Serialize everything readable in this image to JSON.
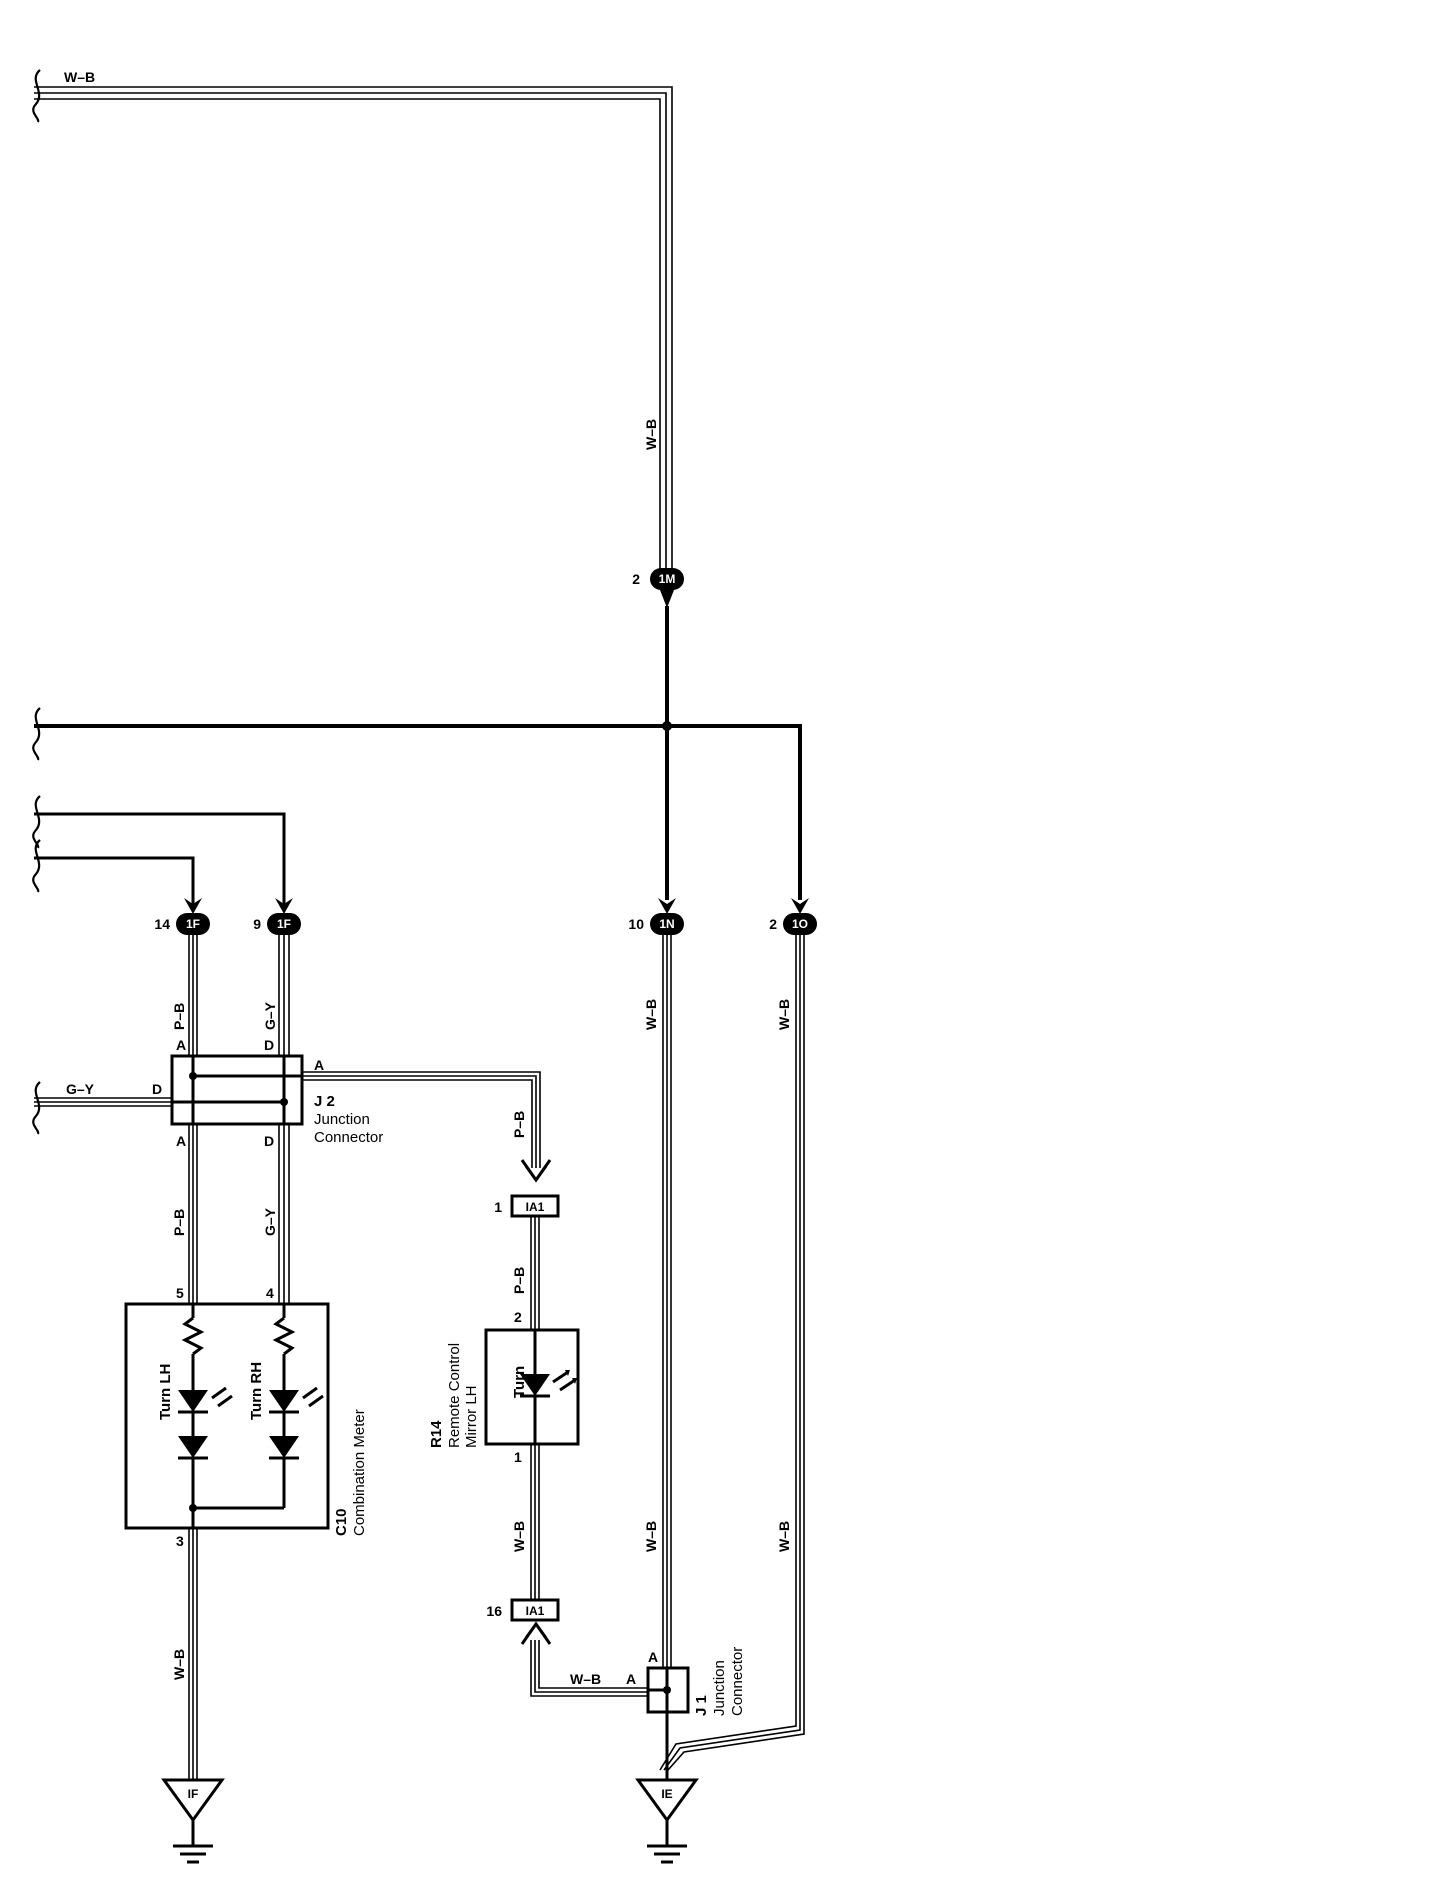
{
  "wires": {
    "top_left": "W–B",
    "top_vertical": "W–B",
    "pb_upper": "P–B",
    "gy_upper": "G–Y",
    "gy_left": "G–Y",
    "pb_r14_in": "P–B",
    "pb_r14_mid": "P–B",
    "pb_lower": "P–B",
    "gy_lower": "G–Y",
    "wb_c10_out": "W–B",
    "wb_1n_upper": "W–B",
    "wb_1n_lower": "W–B",
    "wb_1o_upper": "W–B",
    "wb_1o_lower": "W–B",
    "wb_r14_out": "W–B",
    "wb_j1_in": "W–B"
  },
  "connectors": {
    "c_1m": {
      "code": "1M",
      "pin": "2"
    },
    "c_1f_14": {
      "code": "1F",
      "pin": "14"
    },
    "c_1f_9": {
      "code": "1F",
      "pin": "9"
    },
    "c_1n": {
      "code": "1N",
      "pin": "10"
    },
    "c_1o": {
      "code": "1O",
      "pin": "2"
    },
    "c_ia1_1": {
      "code": "IA1",
      "pin": "1"
    },
    "c_ia1_16": {
      "code": "IA1",
      "pin": "16"
    }
  },
  "j2": {
    "id": "J 2",
    "name_line1": "Junction",
    "name_line2": "Connector",
    "pin_a_top": "A",
    "pin_d_top": "D",
    "pin_a_right": "A",
    "pin_d_left": "D",
    "pin_a_bottom": "A",
    "pin_d_bottom": "D"
  },
  "c10": {
    "id": "C10",
    "name": "Combination Meter",
    "pin_5": "5",
    "pin_4": "4",
    "pin_3": "3",
    "turn_lh": "Turn LH",
    "turn_rh": "Turn RH"
  },
  "r14": {
    "id": "R14",
    "name_line1": "Remote Control",
    "name_line2": "Mirror LH",
    "pin_2": "2",
    "pin_1": "1",
    "turn": "Turn"
  },
  "j1": {
    "id": "J 1",
    "name_line1": "Junction",
    "name_line2": "Connector",
    "pin_a_top": "A",
    "pin_a_left": "A"
  },
  "grounds": {
    "g_if": "IF",
    "g_ie": "IE"
  }
}
